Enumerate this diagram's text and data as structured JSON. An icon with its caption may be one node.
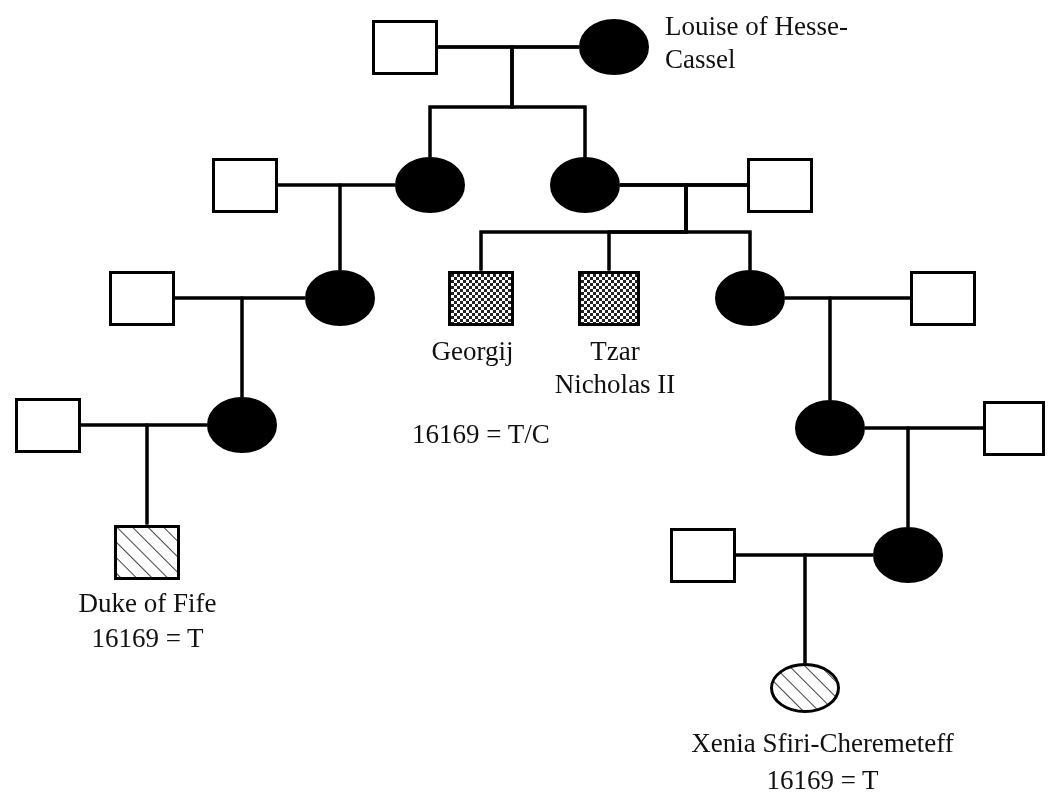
{
  "diagram": {
    "nodes": [
      {
        "text": [],
        "shape": "box"
      },
      {
        "text": [
          "Louise of Hesse-Cassel"
        ]
      },
      {
        "text": [],
        "shape": "box"
      },
      {
        "text": [],
        "shape": "circle"
      },
      {
        "text": [],
        "shape": "circle"
      },
      {
        "text": [],
        "shape": "box"
      },
      {
        "text": [],
        "shape": "box"
      },
      {
        "text": [],
        "shape": "circle"
      },
      {
        "text": [
          "Georgij"
        ]
      },
      {
        "text": [
          "Tzar Nicholas II"
        ]
      },
      {
        "text": [],
        "shape": "circle"
      },
      {
        "text": [],
        "shape": "box"
      },
      {
        "text": [],
        "shape": "box"
      },
      {
        "text": [],
        "shape": "circle"
      },
      {
        "text": [],
        "shape": "circle"
      },
      {
        "text": [],
        "shape": "box"
      },
      {
        "text": [],
        "shape": "box"
      },
      {
        "text": [],
        "shape": "circle"
      },
      {
        "text": [
          "Duke of Fife"
        ],
        "beside": [
          "16169 = T"
        ]
      },
      {
        "text": [
          "Xenia Sfiri-Cheremeteff"
        ],
        "beside": [
          "16169 = T"
        ]
      }
    ],
    "edges": [
      {
        "from": 0,
        "to": 1,
        "arrow": "none"
      },
      {
        "from": 0,
        "to": 3,
        "arrow": "none"
      },
      {
        "from": 1,
        "to": 3,
        "arrow": "none"
      },
      {
        "from": 0,
        "to": 4,
        "arrow": "none"
      },
      {
        "from": 1,
        "to": 4,
        "arrow": "none"
      },
      {
        "from": 2,
        "to": 3,
        "arrow": "none"
      },
      {
        "from": 4,
        "to": 5,
        "arrow": "none"
      },
      {
        "from": 2,
        "to": 7,
        "arrow": "none"
      },
      {
        "from": 3,
        "to": 7,
        "arrow": "none"
      },
      {
        "from": 4,
        "to": 8,
        "arrow": "none"
      },
      {
        "from": 5,
        "to": 8,
        "arrow": "none"
      },
      {
        "from": 4,
        "to": 9,
        "arrow": "none"
      },
      {
        "from": 5,
        "to": 9,
        "arrow": "none"
      },
      {
        "from": 4,
        "to": 10,
        "arrow": "none"
      },
      {
        "from": 5,
        "to": 10,
        "arrow": "none"
      },
      {
        "from": 6,
        "to": 7,
        "arrow": "none"
      },
      {
        "from": 10,
        "to": 11,
        "arrow": "none"
      },
      {
        "from": 6,
        "to": 13,
        "arrow": "none"
      },
      {
        "from": 7,
        "to": 13,
        "arrow": "none"
      },
      {
        "from": 10,
        "to": 14,
        "arrow": "none"
      },
      {
        "from": 11,
        "to": 14,
        "arrow": "none"
      },
      {
        "from": 12,
        "to": 13,
        "arrow": "none"
      },
      {
        "from": 14,
        "to": 15,
        "arrow": "none"
      },
      {
        "from": 12,
        "to": 18,
        "arrow": "none"
      },
      {
        "from": 13,
        "to": 18,
        "arrow": "none"
      },
      {
        "from": 16,
        "to": 17,
        "arrow": "none"
      },
      {
        "from": 14,
        "to": 17,
        "arrow": "none"
      },
      {
        "from": 15,
        "to": 17,
        "arrow": "none"
      },
      {
        "from": 16,
        "to": 19,
        "arrow": "none"
      },
      {
        "from": 17,
        "to": 19,
        "arrow": "none"
      }
    ],
    "labels": [
      "16169 = T/C"
    ]
  }
}
